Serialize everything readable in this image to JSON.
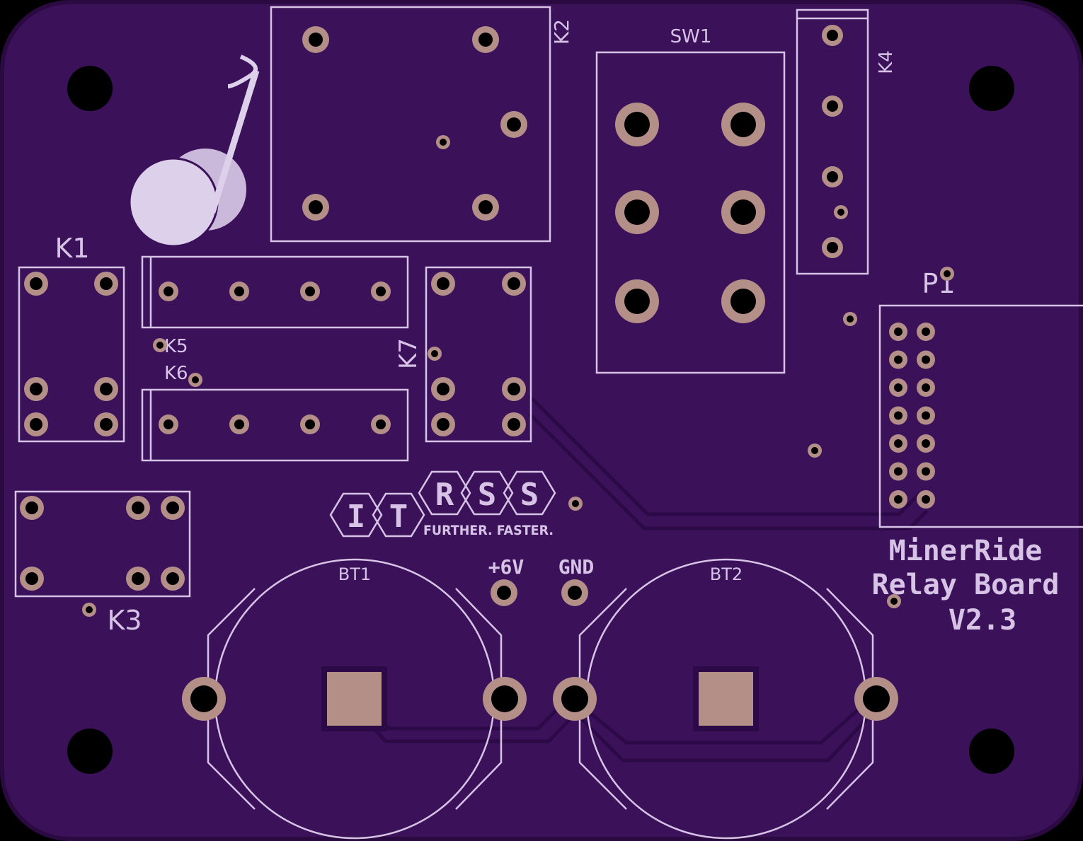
{
  "title": {
    "line1": "MinerRide",
    "line2": "Relay Board",
    "line3": "V2.3"
  },
  "designators": {
    "k1": "K1",
    "k2": "K2",
    "k3": "K3",
    "k4": "K4",
    "k5": "K5",
    "k6": "K6",
    "k7": "K7",
    "sw1": "SW1",
    "p1": "P1",
    "bt1": "BT1",
    "bt2": "BT2",
    "plus6v": "+6V",
    "gnd": "GND"
  },
  "logo": {
    "letters": [
      "I",
      "T",
      "R",
      "S",
      "S"
    ],
    "tagline": "FURTHER. FASTER."
  },
  "icons": {
    "logo": "rss-hexagon-logo-icon",
    "decoration": "pickaxe-boulder-icon"
  },
  "colors": {
    "board": "#3b115a",
    "edge": "#2a0a40",
    "trace": "#2c0947",
    "silk": "#d6c3e6",
    "copper": "#b48f88",
    "drill": "#000000"
  }
}
